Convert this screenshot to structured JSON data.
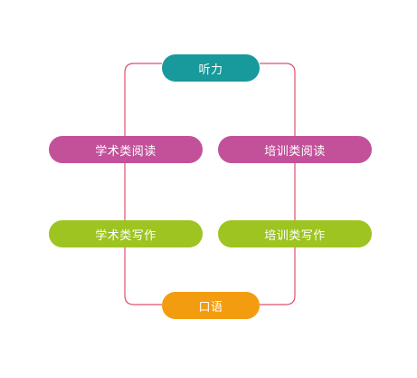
{
  "diagram": {
    "type": "flow-cycle",
    "colors": {
      "connector": "#e0506e",
      "listening": "#18999b",
      "reading": "#c2519a",
      "writing": "#9dc420",
      "speaking": "#f39c0f"
    },
    "nodes": {
      "listening": "听力",
      "academic_reading": "学术类阅读",
      "general_training_reading": "培训类阅读",
      "academic_writing": "学术类写作",
      "general_training_writing": "培训类写作",
      "speaking": "口语"
    }
  }
}
